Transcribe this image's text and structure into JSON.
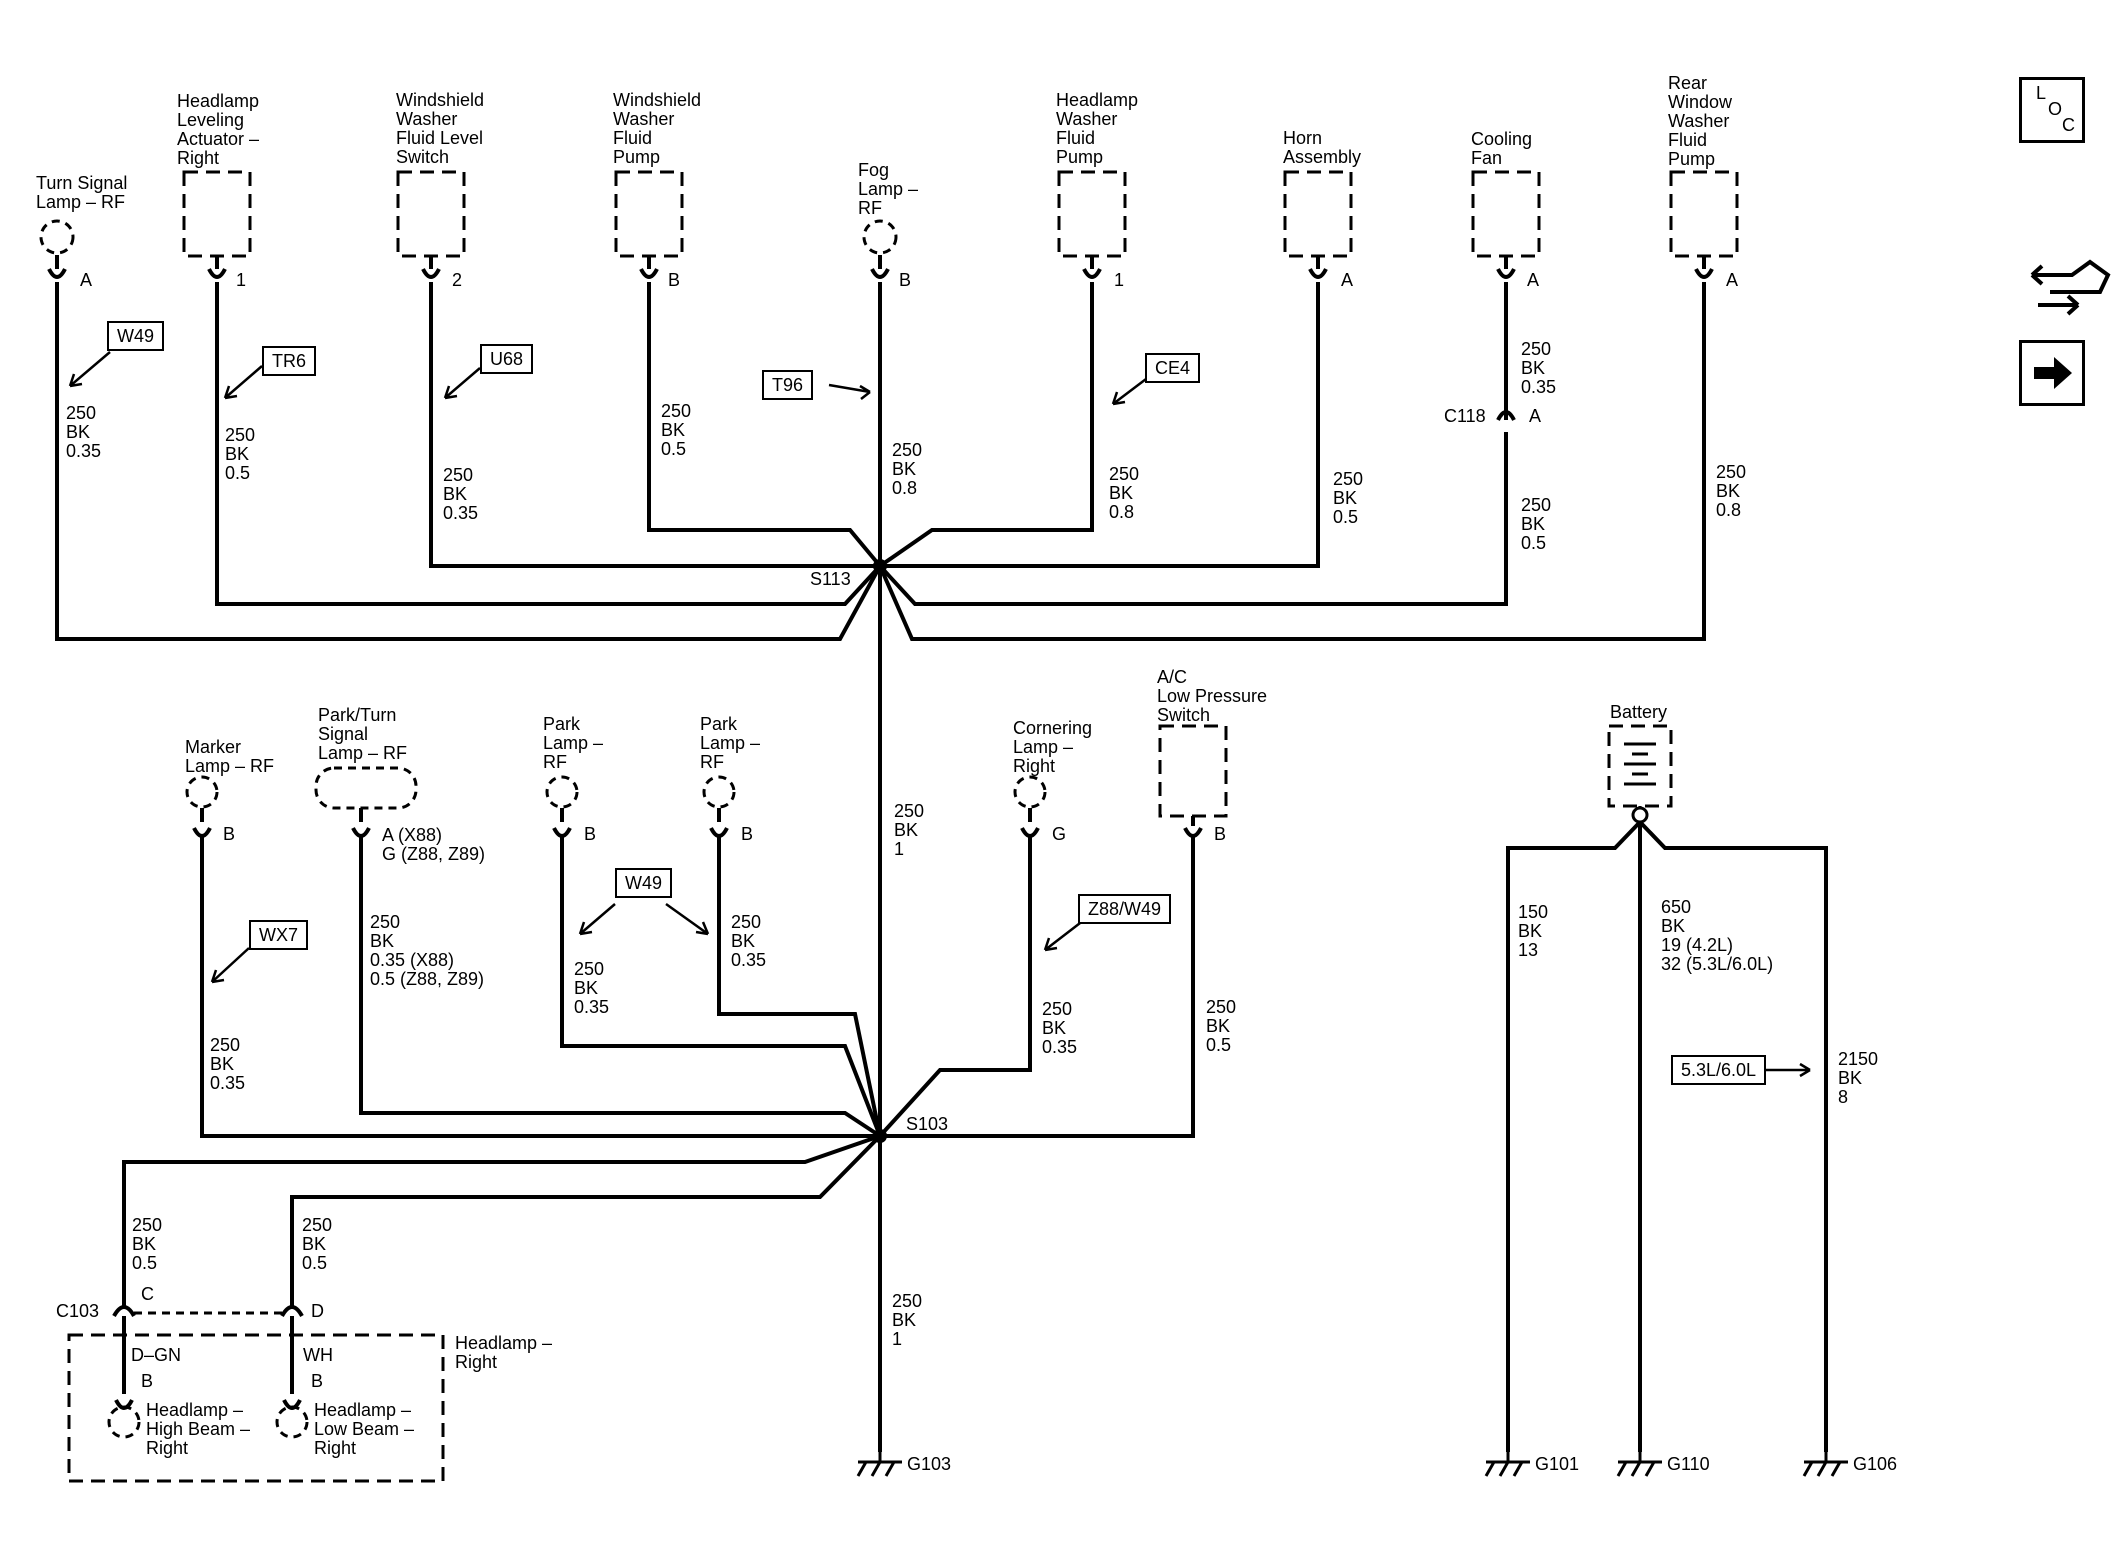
{
  "components": {
    "turn_signal_rf": "Turn Signal\nLamp – RF",
    "headlamp_leveling_right": "Headlamp\nLeveling\nActuator –\nRight",
    "washer_level_switch": "Windshield\nWasher\nFluid Level\nSwitch",
    "washer_pump": "Windshield\nWasher\nFluid\nPump",
    "fog_lamp_rf": "Fog\nLamp –\nRF",
    "headlamp_washer_pump": "Headlamp\nWasher\nFluid\nPump",
    "horn": "Horn\nAssembly",
    "cooling_fan": "Cooling\nFan",
    "rear_washer_pump": "Rear\nWindow\nWasher\nFluid\nPump",
    "marker_rf": "Marker\nLamp – RF",
    "park_turn_rf": "Park/Turn\nSignal\nLamp – RF",
    "park_rf_1": "Park\nLamp –\nRF",
    "park_rf_2": "Park\nLamp –\nRF",
    "cornering_right": "Cornering\nLamp –\nRight",
    "ac_switch": "A/C\nLow Pressure\nSwitch",
    "battery": "Battery",
    "headlamp_right": "Headlamp –\nRight",
    "high_beam": "Headlamp –\nHigh Beam –\nRight",
    "low_beam": "Headlamp –\nLow Beam –\nRight"
  },
  "pins": {
    "turn_signal_rf": "A",
    "headlamp_leveling_right": "1",
    "washer_level_switch": "2",
    "washer_pump": "B",
    "fog_lamp_rf": "B",
    "headlamp_washer_pump": "1",
    "horn": "A",
    "cooling_fan": "A",
    "rear_washer_pump": "A",
    "c118": "A",
    "marker_rf": "B",
    "park_turn_rf": "A (X88)\nG (Z88, Z89)",
    "park_rf_1": "B",
    "park_rf_2": "B",
    "cornering_right": "G",
    "ac_switch": "B",
    "c103_c": "C",
    "c103_d": "D",
    "high_beam": "B",
    "low_beam": "B"
  },
  "wires": {
    "w_turn": "250\nBK\n0.35",
    "w_level": "250\nBK\n0.5",
    "w_lvlsw": "250\nBK\n0.35",
    "w_wpump": "250\nBK\n0.5",
    "w_fog": "250\nBK\n0.8",
    "w_hwpump": "250\nBK\n0.8",
    "w_horn": "250\nBK\n0.5",
    "w_fan_top": "250\nBK\n0.35",
    "w_fan_bot": "250\nBK\n0.5",
    "w_rear": "250\nBK\n0.8",
    "w_trunk": "250\nBK\n1",
    "w_marker": "250\nBK\n0.35",
    "w_parkturn": "250\nBK\n0.35 (X88)\n0.5 (Z88, Z89)",
    "w_park1": "250\nBK\n0.35",
    "w_park2": "250\nBK\n0.35",
    "w_corner": "250\nBK\n0.35",
    "w_ac": "250\nBK\n0.5",
    "w_hc": "250\nBK\n0.5",
    "w_hd": "250\nBK\n0.5",
    "w_ground": "250\nBK\n1",
    "w_bat1": "150\nBK\n13",
    "w_bat2": "650\nBK\n19 (4.2L)\n32 (5.3L/6.0L)",
    "w_bat3": "2150\nBK\n8",
    "color_dgn": "D–GN",
    "color_wh": "WH"
  },
  "splices": {
    "s113": "S113",
    "s103": "S103"
  },
  "connectors": {
    "c118": "C118",
    "c103": "C103"
  },
  "grounds": {
    "g103": "G103",
    "g101": "G101",
    "g110": "G110",
    "g106": "G106"
  },
  "options": {
    "w49_a": "W49",
    "tr6": "TR6",
    "u68": "U68",
    "t96": "T96",
    "ce4": "CE4",
    "wx7": "WX7",
    "w49_b": "W49",
    "z88_w49": "Z88/W49",
    "eng": "5.3L/6.0L"
  },
  "nav": {
    "loc_l": "L",
    "loc_o": "O",
    "loc_c": "C",
    "swap_icon": "swap-arrows-icon",
    "next_icon": "right-arrow-icon"
  }
}
